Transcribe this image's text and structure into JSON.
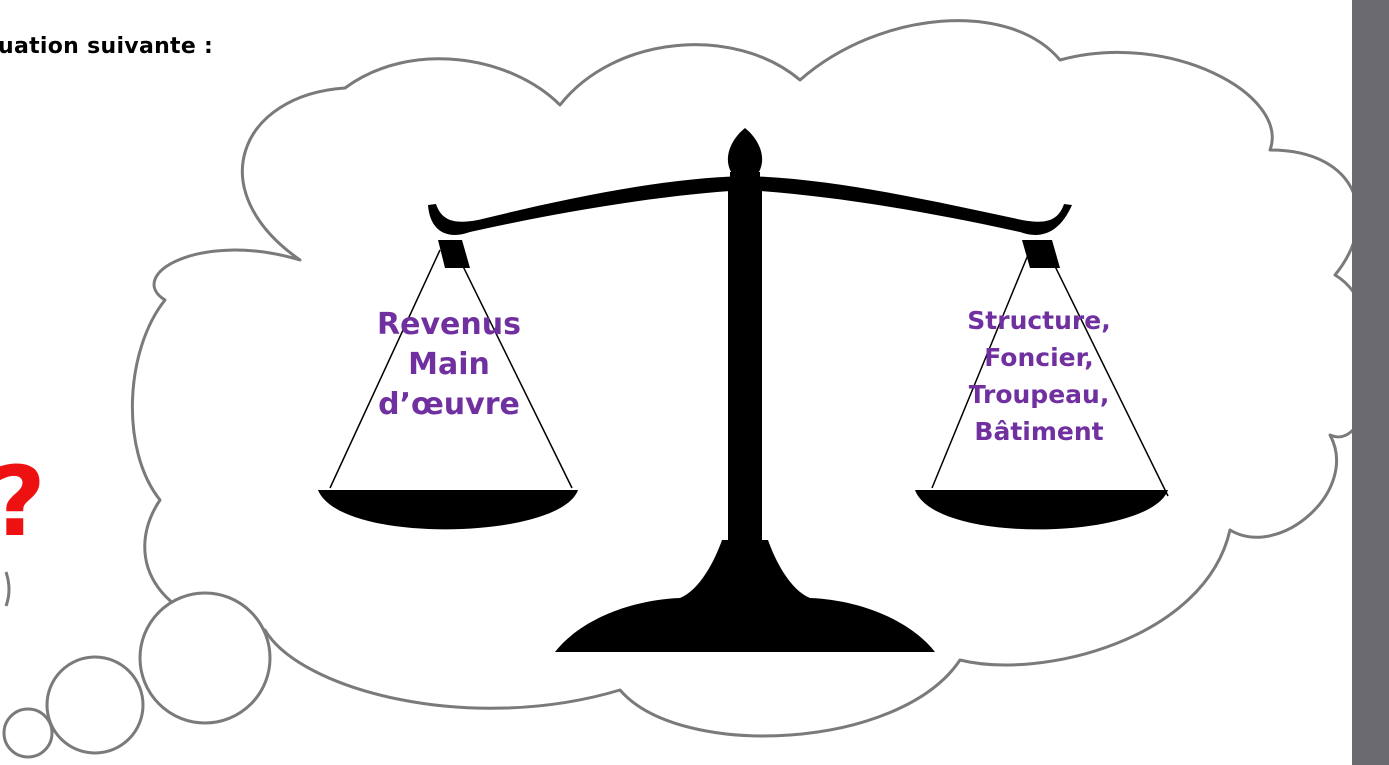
{
  "slide": {
    "heading": "uation suivante :",
    "question_mark": "?",
    "left_pan": {
      "lines": [
        "Revenus",
        "Main",
        "d’œuvre"
      ]
    },
    "right_pan": {
      "lines": [
        "Structure,",
        "Foncier,",
        "Troupeau,",
        "Bâtiment"
      ]
    }
  },
  "colors": {
    "pan_text": "#7030a0",
    "question_mark": "#ee1111",
    "cloud_outline": "#7a7a7a",
    "sidebar": "#6b6a70",
    "scale": "#000000"
  },
  "icons": [
    "thought-cloud-icon",
    "balance-scale-icon"
  ]
}
